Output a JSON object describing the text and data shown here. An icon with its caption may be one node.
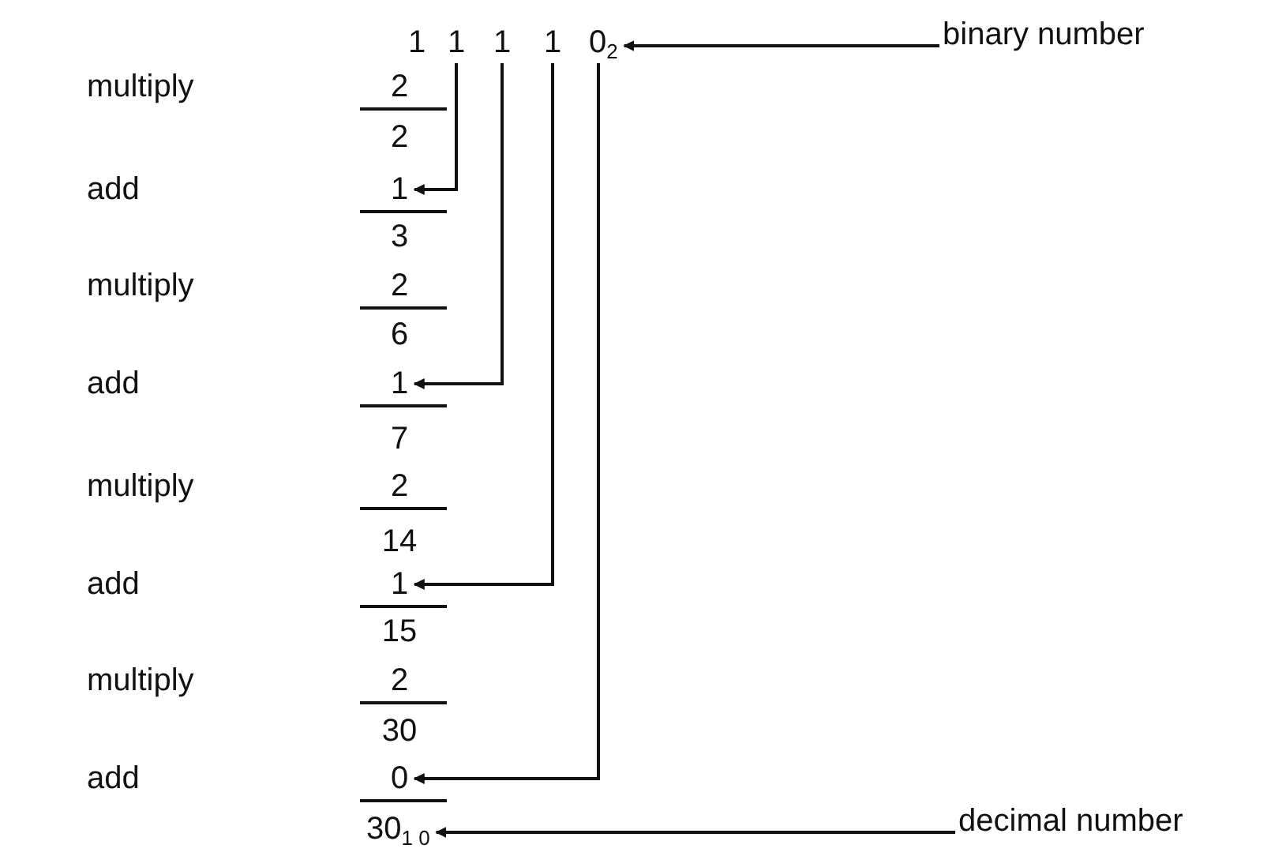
{
  "diagram": {
    "nodes": [
      {
        "text": [
          "1"
        ]
      },
      {
        "text": [
          "1"
        ]
      },
      {
        "text": [
          "1"
        ]
      },
      {
        "text": [
          "1"
        ]
      },
      {
        "text": [
          "0$_{2}$"
        ]
      },
      {
        "text": [
          "binary number"
        ]
      },
      {
        "text": [
          "1"
        ]
      },
      {
        "text": [
          "1"
        ]
      },
      {
        "text": [
          "1"
        ]
      },
      {
        "text": [
          "0"
        ]
      },
      {
        "text": [
          "30$_{1 0}$"
        ]
      },
      {
        "text": [
          "decimal number"
        ]
      }
    ],
    "edges": [
      {
        "from": 5,
        "to": 4,
        "arrow": "to"
      },
      {
        "from": 1,
        "to": 6,
        "arrow": "to"
      },
      {
        "from": 2,
        "to": 7,
        "arrow": "to"
      },
      {
        "from": 3,
        "to": 8,
        "arrow": "to"
      },
      {
        "from": 4,
        "to": 9,
        "arrow": "to"
      },
      {
        "from": 11,
        "to": 10,
        "arrow": "to"
      }
    ],
    "labels": [
      "multiply",
      "2",
      "2",
      "add",
      "3",
      "multiply",
      "2",
      "6",
      "add",
      "7",
      "multiply",
      "2",
      "14",
      "add",
      "15",
      "multiply",
      "2",
      "30",
      "add"
    ]
  }
}
